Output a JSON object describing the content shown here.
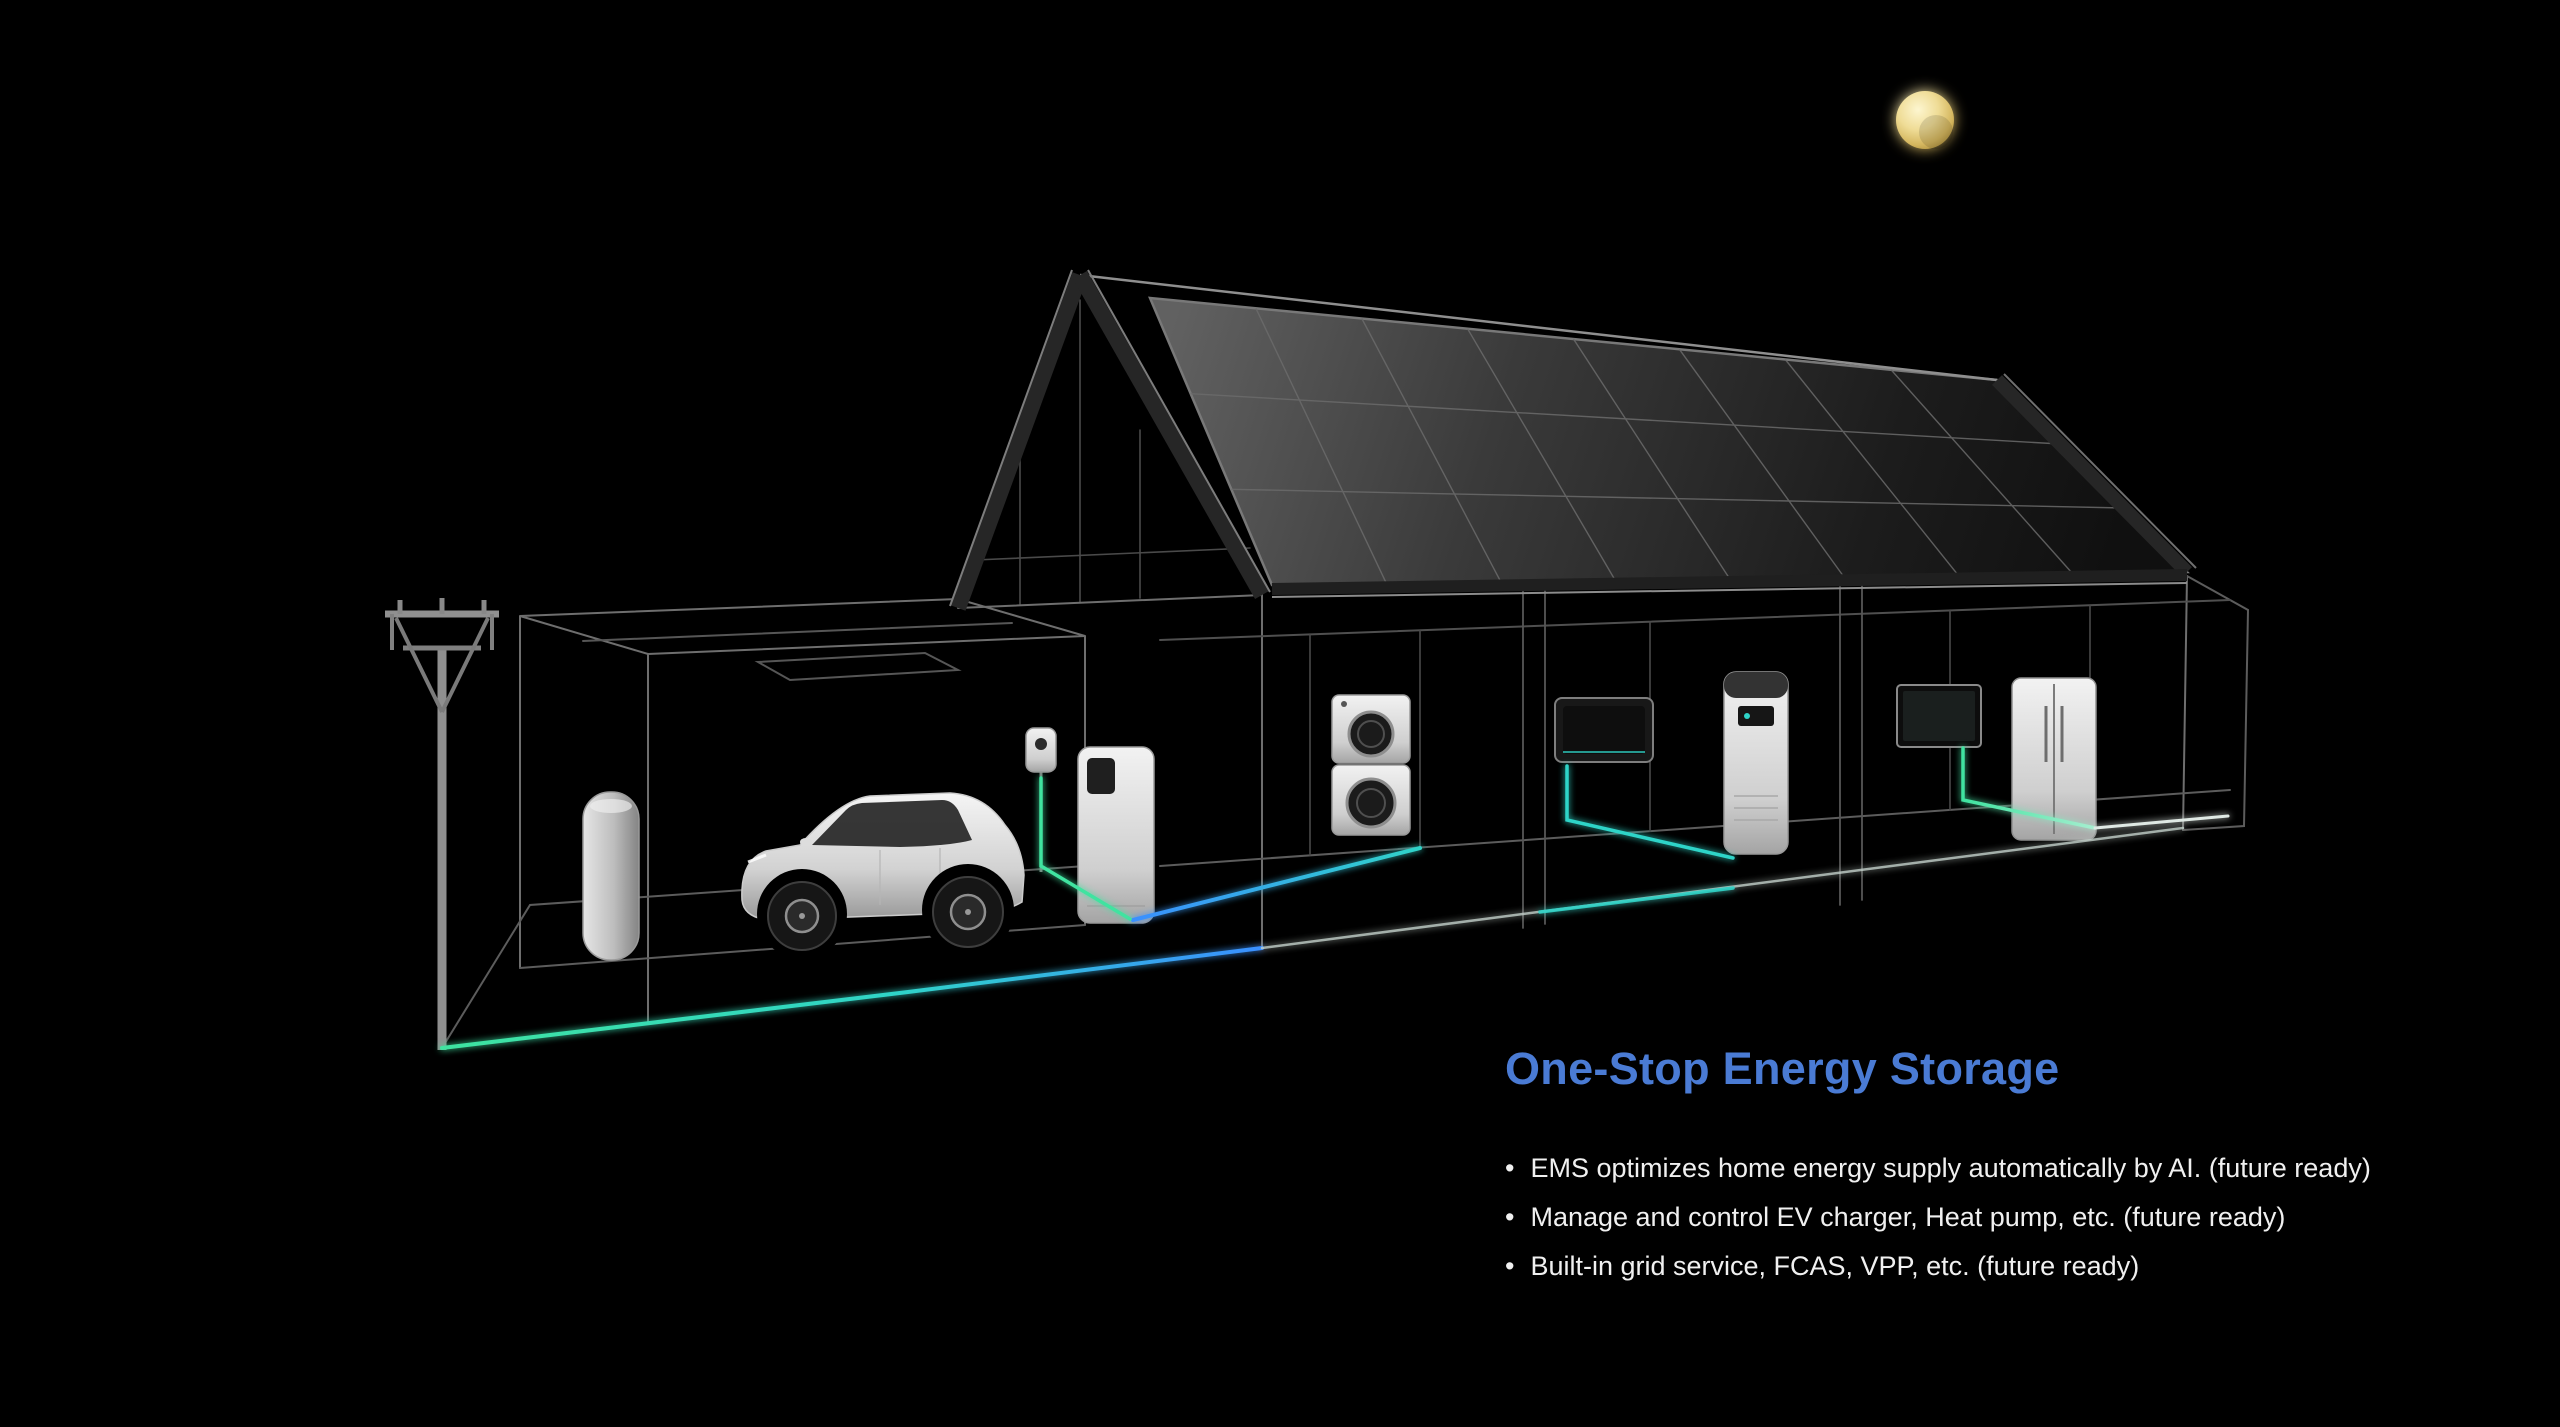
{
  "scene": {
    "background_color": "#000000",
    "moon_color": "#eeda8e",
    "accent_title_color": "#4a7bd4",
    "flow_colors": {
      "green": "#3fe3a0",
      "teal": "#2fd4c8",
      "blue": "#3a8fff",
      "white": "#dfe9e4"
    },
    "illustration_items": [
      "moon",
      "utility-pole",
      "carport",
      "water-tank",
      "ev-car",
      "ev-charger",
      "home-battery",
      "solar-roof",
      "washer-dryer-stack",
      "wall-battery",
      "heat-pump",
      "tv",
      "refrigerator",
      "energy-flow-lines"
    ]
  },
  "content": {
    "title": "One-Stop Energy Storage",
    "bullets": [
      "EMS optimizes home energy supply automatically by AI. (future ready)",
      "Manage and control EV charger, Heat pump, etc. (future ready)",
      "Built-in grid service, FCAS, VPP, etc. (future ready)"
    ]
  }
}
